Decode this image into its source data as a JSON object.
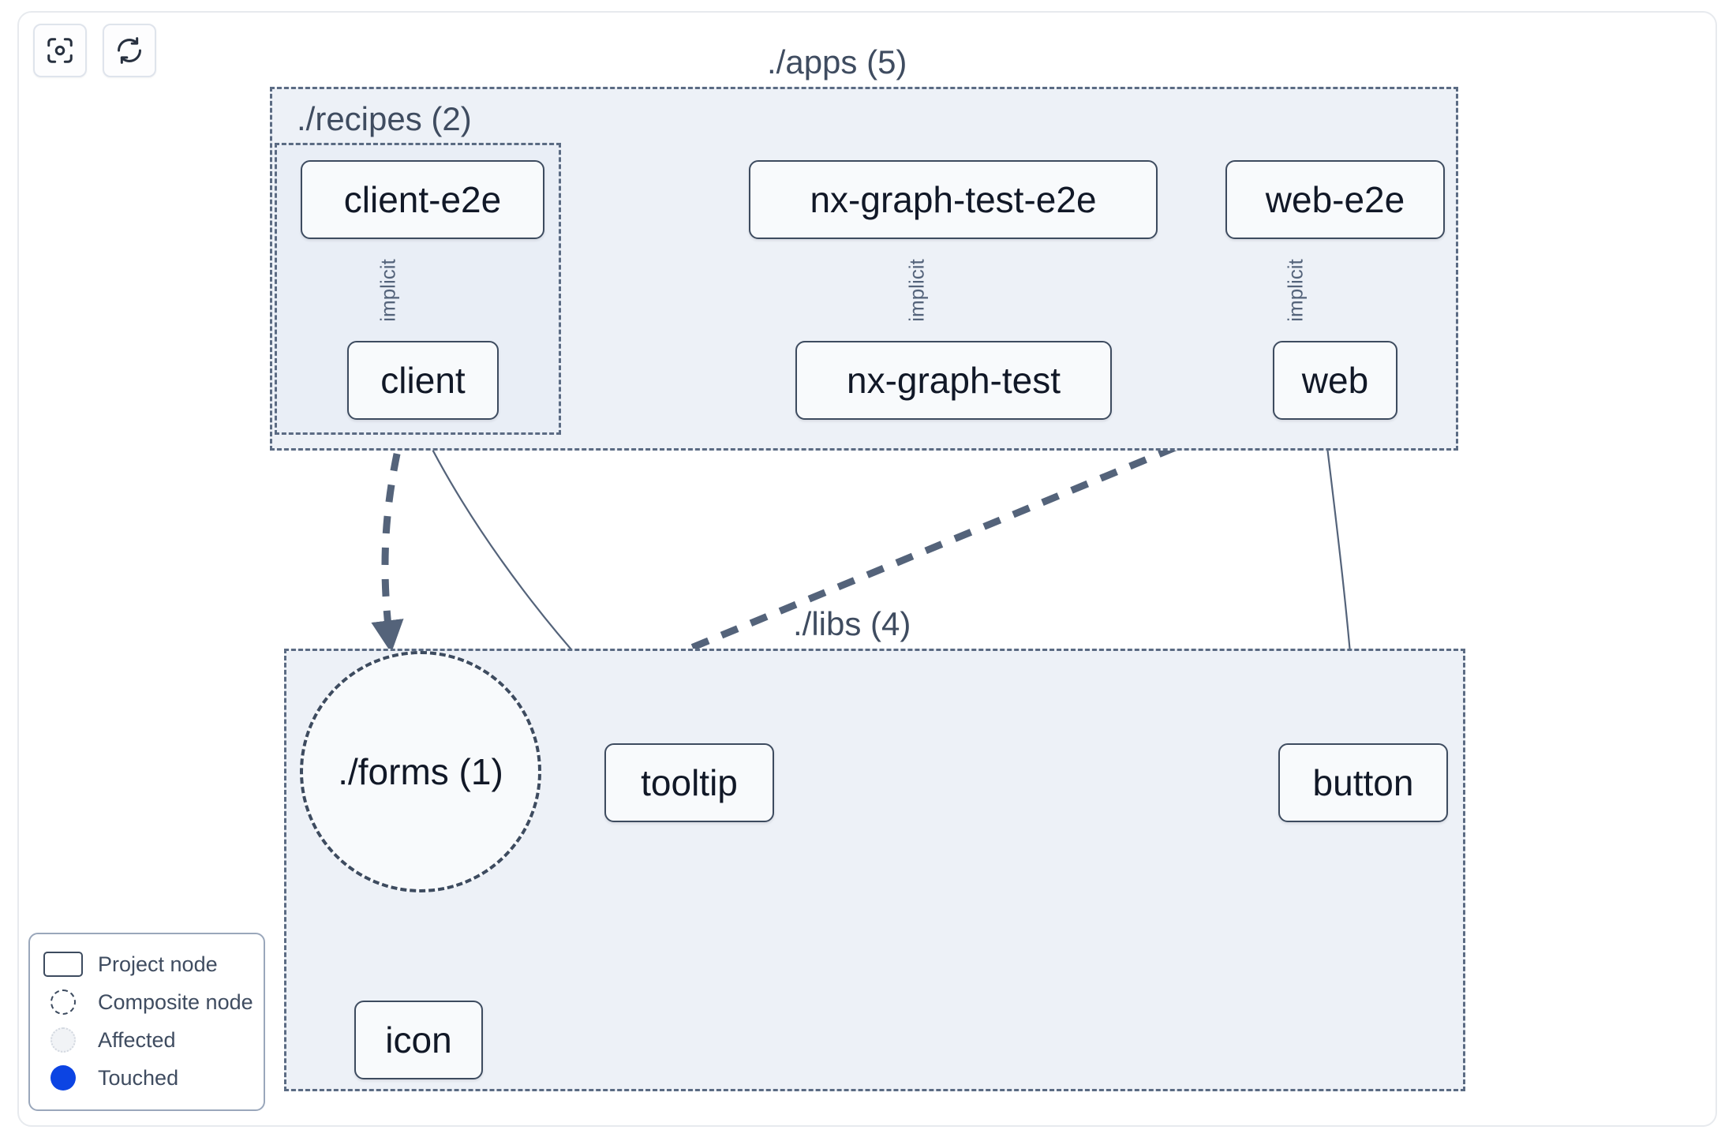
{
  "toolbar": {
    "buttons": [
      {
        "name": "focus-graph-button",
        "icon": "focus-target-icon",
        "label": ""
      },
      {
        "name": "refresh-graph-button",
        "icon": "refresh-icon",
        "label": ""
      }
    ]
  },
  "groups": [
    {
      "id": "apps",
      "label": "./apps (5)",
      "count": 5
    },
    {
      "id": "recipes",
      "label": "./recipes (2)",
      "count": 2
    },
    {
      "id": "libs",
      "label": "./libs (4)",
      "count": 4
    }
  ],
  "nodes": [
    {
      "id": "client-e2e",
      "label": "client-e2e",
      "type": "project",
      "group": "recipes"
    },
    {
      "id": "nx-graph-test-e2e",
      "label": "nx-graph-test-e2e",
      "type": "project",
      "group": "apps"
    },
    {
      "id": "web-e2e",
      "label": "web-e2e",
      "type": "project",
      "group": "apps"
    },
    {
      "id": "client",
      "label": "client",
      "type": "project",
      "group": "recipes"
    },
    {
      "id": "nx-graph-test",
      "label": "nx-graph-test",
      "type": "project",
      "group": "apps"
    },
    {
      "id": "web",
      "label": "web",
      "type": "project",
      "group": "apps"
    },
    {
      "id": "forms",
      "label": "./forms (1)",
      "type": "composite",
      "group": "libs"
    },
    {
      "id": "tooltip",
      "label": "tooltip",
      "type": "project",
      "group": "libs"
    },
    {
      "id": "button",
      "label": "button",
      "type": "project",
      "group": "libs"
    },
    {
      "id": "icon",
      "label": "icon",
      "type": "project",
      "group": "libs"
    }
  ],
  "edges": [
    {
      "from": "client-e2e",
      "to": "client",
      "label": "implicit",
      "style": "solid"
    },
    {
      "from": "nx-graph-test-e2e",
      "to": "nx-graph-test",
      "label": "implicit",
      "style": "solid"
    },
    {
      "from": "web-e2e",
      "to": "web",
      "label": "implicit",
      "style": "solid"
    },
    {
      "from": "client",
      "to": "forms",
      "label": "",
      "style": "dashed"
    },
    {
      "from": "client",
      "to": "tooltip",
      "label": "",
      "style": "solid"
    },
    {
      "from": "web",
      "to": "forms",
      "label": "",
      "style": "dashed"
    },
    {
      "from": "web",
      "to": "button",
      "label": "",
      "style": "solid"
    },
    {
      "from": "forms",
      "to": "icon",
      "label": "",
      "style": "dashed"
    }
  ],
  "legend": {
    "items": [
      {
        "swatch": "project-node-swatch",
        "label": "Project node"
      },
      {
        "swatch": "composite-node-swatch",
        "label": "Composite node"
      },
      {
        "swatch": "affected-swatch",
        "label": "Affected"
      },
      {
        "swatch": "touched-swatch",
        "label": "Touched"
      }
    ]
  },
  "colors": {
    "touched": "#0c44e3",
    "group_fill": "#edf1f7",
    "group_border": "#5b6b83",
    "node_border": "#3d4b5f",
    "node_fill": "#f8fafc",
    "edge": "#54637a",
    "canvas": "#ffffff"
  }
}
